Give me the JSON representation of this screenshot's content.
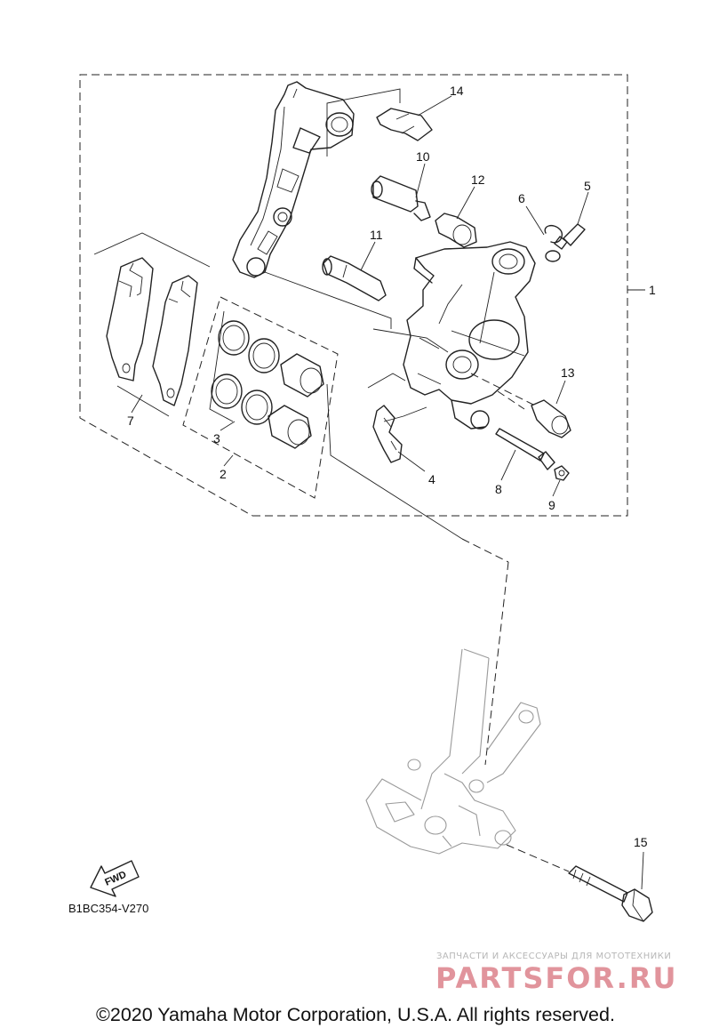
{
  "diagram": {
    "callouts": {
      "c1": "1",
      "c2": "2",
      "c3": "3",
      "c4": "4",
      "c5": "5",
      "c6": "6",
      "c7": "7",
      "c8": "8",
      "c9": "9",
      "c10": "10",
      "c11": "11",
      "c12": "12",
      "c13": "13",
      "c14": "14",
      "c15": "15"
    },
    "fwd_label": "FWD",
    "drawing_code": "B1BC354-V270",
    "icons": [
      "fwd-arrow-icon",
      "brake-caliper",
      "caliper-bracket",
      "brake-pads",
      "pistons",
      "fork-leg"
    ]
  },
  "watermark": {
    "tagline": "ЗАПЧАСТИ И АКСЕССУАРЫ ДЛЯ МОТОТЕХНИКИ",
    "logo": "PARTSFOR.RU"
  },
  "footer": {
    "copyright": "©2020 Yamaha Motor Corporation, U.S.A. All rights reserved."
  }
}
